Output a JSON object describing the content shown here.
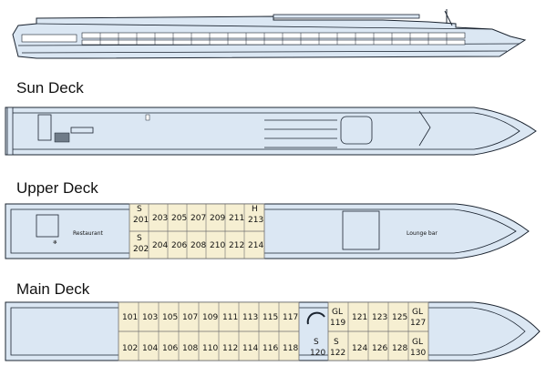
{
  "decks": {
    "sun": {
      "title": "Sun Deck"
    },
    "upper": {
      "title": "Upper Deck",
      "labels": {
        "restaurant": "Restaurant",
        "lounge": "Lounge bar"
      },
      "cabins_top": [
        {
          "label": "201",
          "prefix": "S"
        },
        {
          "label": "203"
        },
        {
          "label": "205"
        },
        {
          "label": "207"
        },
        {
          "label": "209"
        },
        {
          "label": "211"
        },
        {
          "label": "213",
          "prefix": "H"
        }
      ],
      "cabins_bottom": [
        {
          "label": "202",
          "prefix": "S"
        },
        {
          "label": "204"
        },
        {
          "label": "206"
        },
        {
          "label": "208"
        },
        {
          "label": "210"
        },
        {
          "label": "212"
        },
        {
          "label": "214"
        }
      ]
    },
    "main": {
      "title": "Main Deck",
      "cabins_top_aft": [
        "101",
        "103",
        "105",
        "107",
        "109",
        "111",
        "113",
        "115",
        "117"
      ],
      "cabins_bottom_aft": [
        "102",
        "104",
        "106",
        "108",
        "110",
        "112",
        "114",
        "116",
        "118"
      ],
      "cabins_top_fwd": [
        {
          "label": "119",
          "prefix": "GL"
        },
        {
          "label": "121"
        },
        {
          "label": "123"
        },
        {
          "label": "125"
        },
        {
          "label": "127",
          "prefix": "GL"
        }
      ],
      "cabins_bottom_fwd": [
        {
          "label": "120",
          "prefix": "S"
        },
        {
          "label": "122",
          "prefix": "S"
        },
        {
          "label": "124"
        },
        {
          "label": "126"
        },
        {
          "label": "128"
        },
        {
          "label": "130",
          "prefix": "GL"
        }
      ]
    }
  },
  "colors": {
    "hull_fill": "#dbe7f3",
    "outline": "#1b2430",
    "cabin_fill": "#f6efd2",
    "title_text": "#111111"
  }
}
